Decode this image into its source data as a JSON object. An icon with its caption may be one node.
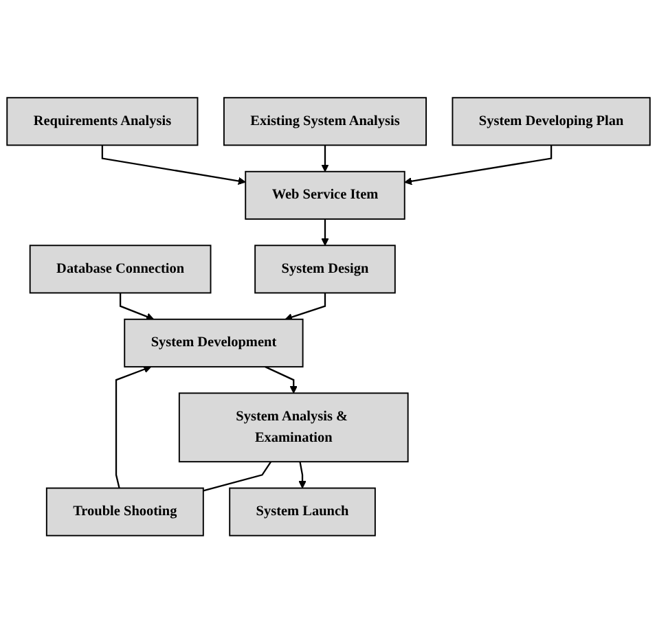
{
  "diagram": {
    "nodes": [
      {
        "text": [
          "System Developing Plan"
        ]
      },
      {
        "text": [
          "Existing System Analysis"
        ]
      },
      {
        "text": [
          "Requirements Analysis"
        ]
      },
      {
        "text": [
          "Web Service Item"
        ]
      },
      {
        "text": [
          "System Design"
        ]
      },
      {
        "text": [
          "System Development"
        ]
      },
      {
        "text": [
          "Database Connection"
        ]
      },
      {
        "text": [
          "Trouble Shooting"
        ]
      },
      {
        "text": [
          "System Analysis & Examination"
        ]
      },
      {
        "text": [
          "System Launch"
        ]
      }
    ],
    "edges": [
      {
        "from": 0,
        "to": 3,
        "arrow": "to"
      },
      {
        "from": 1,
        "to": 3,
        "arrow": "to"
      },
      {
        "from": 2,
        "to": 3,
        "arrow": "to"
      },
      {
        "from": 3,
        "to": 4,
        "arrow": "to"
      },
      {
        "from": 4,
        "to": 5,
        "arrow": "to"
      },
      {
        "from": 6,
        "to": 5,
        "arrow": "to"
      },
      {
        "from": 5,
        "to": 8,
        "arrow": "to"
      },
      {
        "from": 8,
        "to": 7,
        "arrow": "none"
      },
      {
        "from": 7,
        "to": 5,
        "arrow": "to"
      },
      {
        "from": 8,
        "to": 9,
        "arrow": "to"
      }
    ]
  }
}
